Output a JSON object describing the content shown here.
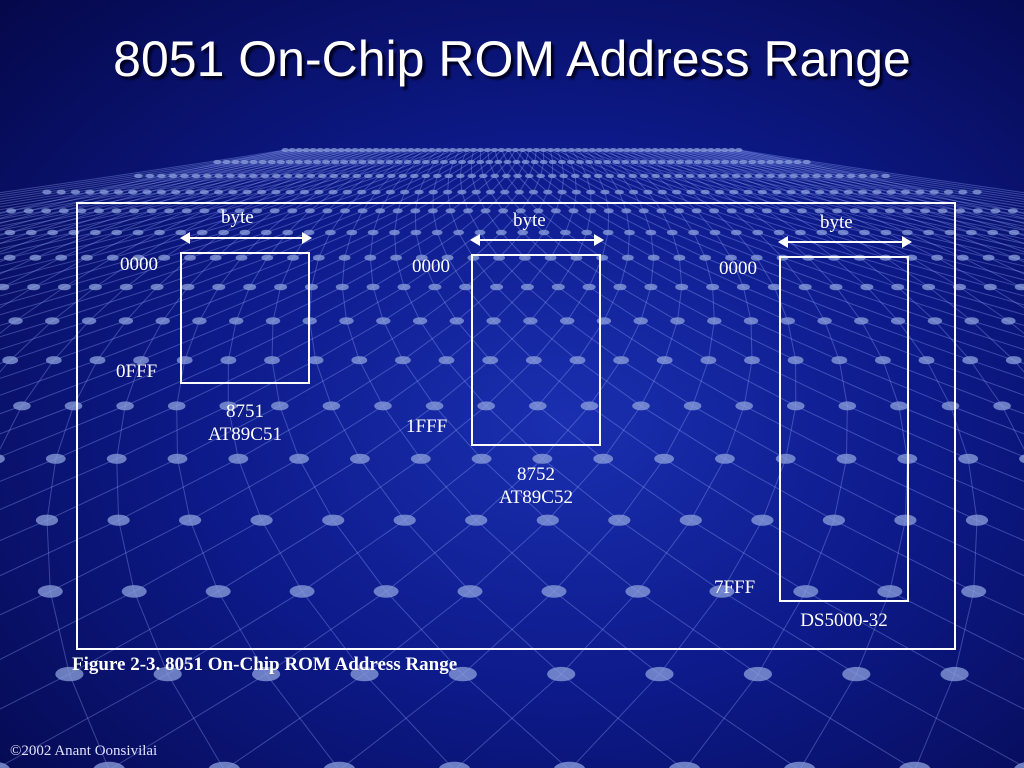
{
  "slide": {
    "title": "8051 On-Chip ROM Address Range",
    "footer": "©2002 Anant Oonsivilai"
  },
  "figure": {
    "caption": "Figure 2-3. 8051 On-Chip ROM Address Range",
    "width_label": "byte",
    "chips": [
      {
        "start": "0000",
        "end": "0FFF",
        "names": [
          "8751",
          "AT89C51"
        ]
      },
      {
        "start": "0000",
        "end": "1FFF",
        "names": [
          "8752",
          "AT89C52"
        ]
      },
      {
        "start": "0000",
        "end": "7FFF",
        "names": [
          "DS5000-32"
        ]
      }
    ]
  }
}
